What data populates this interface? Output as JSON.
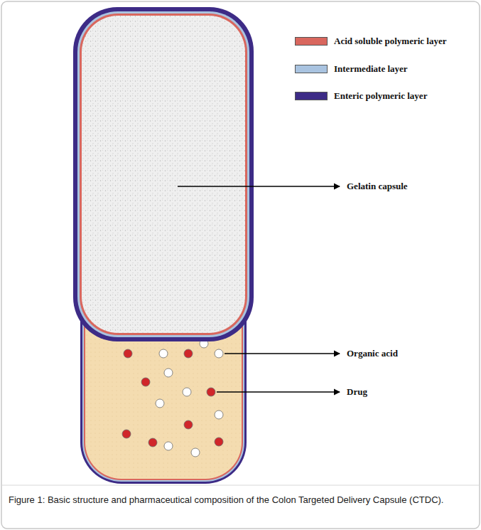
{
  "diagram": {
    "caption": "Figure 1: Basic structure and pharmaceutical composition of the Colon Targeted Delivery Capsule (CTDC).",
    "labels": [
      "Gelatin capsule",
      "Organic acid",
      "Drug"
    ],
    "legend": [
      {
        "text": "Acid soluble polymeric layer",
        "color": "#d9675e"
      },
      {
        "text": "Intermediate layer",
        "color": "#a9c3e0"
      },
      {
        "text": "Enteric polymeric layer",
        "color": "#3d2b86"
      }
    ]
  }
}
